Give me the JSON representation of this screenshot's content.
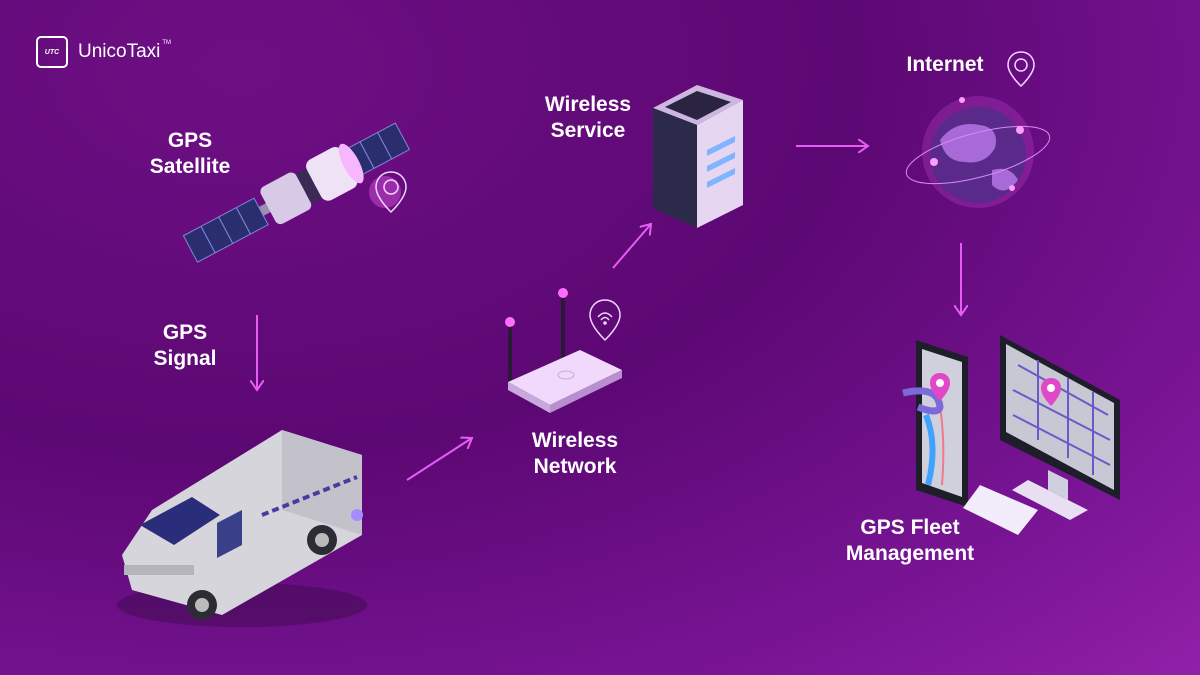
{
  "brand": {
    "logo_mark": "UTC",
    "name": "UnicoTaxi",
    "tm": "TM"
  },
  "nodes": {
    "satellite": "GPS\nSatellite",
    "signal": "GPS\nSignal",
    "network": "Wireless\nNetwork",
    "service": "Wireless\nService",
    "internet": "Internet",
    "fleet": "GPS Fleet\nManagement"
  },
  "icons": [
    "satellite-icon",
    "van-icon",
    "router-icon",
    "server-icon",
    "globe-icon",
    "phone-map-icon",
    "monitor-map-icon",
    "location-pin-icon",
    "wifi-icon",
    "arrow-icon"
  ],
  "colors": {
    "background": "#5c0873",
    "accent": "#d94ff0",
    "arrow": "#e65cf5"
  }
}
